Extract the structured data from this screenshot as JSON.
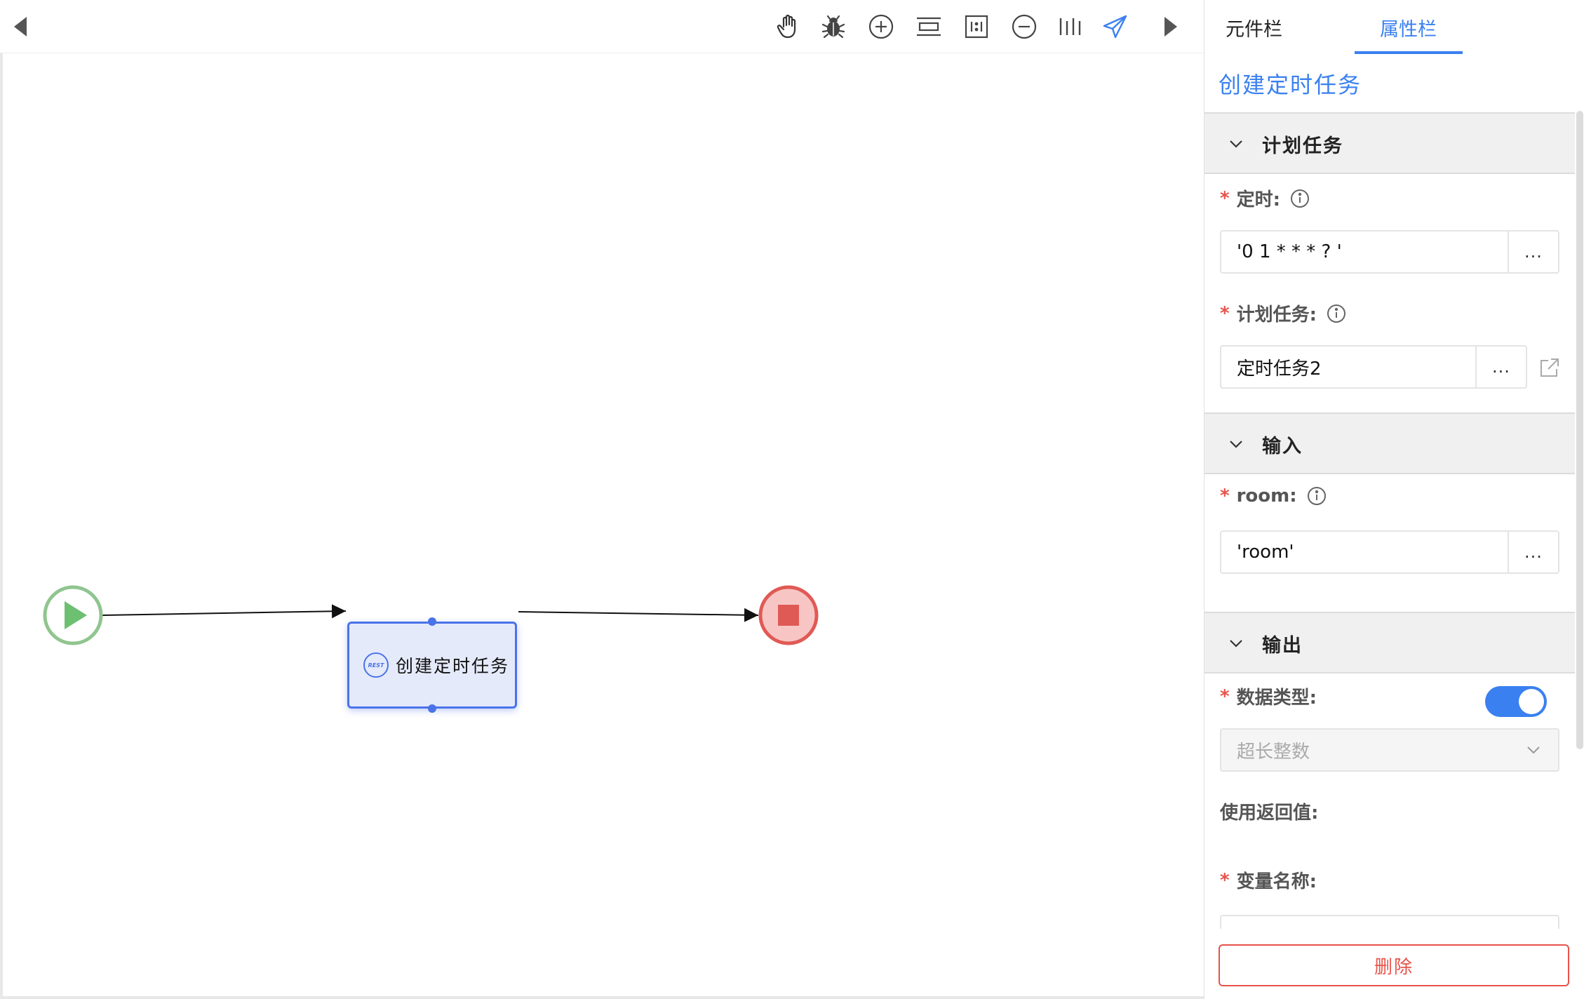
{
  "toolbar": {
    "collapse_left_icon": "triangle-left-icon",
    "tools": [
      "hand-icon",
      "bug-icon",
      "zoom-in-icon",
      "fit-height-icon",
      "fit-actual-icon",
      "zoom-out-icon",
      "distribute-icon",
      "send-icon"
    ],
    "collapse_right_icon": "triangle-right-icon"
  },
  "diagram": {
    "start_event": "play-icon",
    "task": {
      "label": "创建定时任务",
      "icon_text": "REST"
    },
    "end_event": "stop-icon"
  },
  "panel": {
    "tabs": {
      "components": "元件栏",
      "properties": "属性栏"
    },
    "node_title": "创建定时任务",
    "sections": {
      "schedule": {
        "title": "计划任务",
        "timer_label": "定时:",
        "timer_value": "'0 1 * * * ? '",
        "task_label": "计划任务:",
        "task_value": "定时任务2"
      },
      "input": {
        "title": "输入",
        "room_label": "room:",
        "room_value": "'room'"
      },
      "output": {
        "title": "输出",
        "data_type_label": "数据类型:",
        "data_type_value": "超长整数",
        "use_return_label": "使用返回值:",
        "use_return_enabled": true,
        "var_name_label": "变量名称:"
      }
    },
    "more_label": "...",
    "delete_label": "删除"
  },
  "colors": {
    "accent": "#3a80f0",
    "danger": "#e8534a",
    "start": "#6dbf71",
    "end": "#e05a55"
  }
}
